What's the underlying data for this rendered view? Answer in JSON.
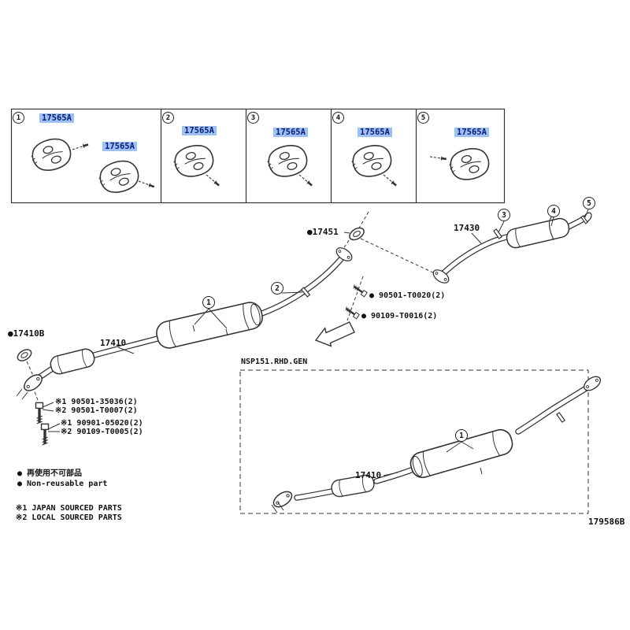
{
  "page": {
    "diagram_code": "179586B",
    "variant_label": "NSP151.RHD.GEN"
  },
  "panels": [
    {
      "number": "1",
      "labels": [
        "17565A",
        "17565A"
      ]
    },
    {
      "number": "2",
      "labels": [
        "17565A"
      ]
    },
    {
      "number": "3",
      "labels": [
        "17565A"
      ]
    },
    {
      "number": "4",
      "labels": [
        "17565A"
      ]
    },
    {
      "number": "5",
      "labels": [
        "17565A"
      ]
    }
  ],
  "callouts": {
    "c1": "1",
    "c2": "2",
    "c3": "3",
    "c4": "4",
    "c5": "5",
    "sub_c1": "1"
  },
  "parts": {
    "gasket_17451": "●17451",
    "gasket_17410b": "●17410B",
    "front_pipe": "17410",
    "tail_pipe": "17430",
    "sub_front_pipe": "17410",
    "bolt_90501_t0020": "● 90501-T0020(2)",
    "bolt_90109_t0016": "● 90109-T0016(2)",
    "note_90501_35036": "※1 90501-35036(2)",
    "note_90501_t0007": "※2 90501-T0007(2)",
    "note_90901_05020": "※1 90901-05020(2)",
    "note_90109_t0005": "※2 90109-T0005(2)"
  },
  "legend": {
    "nonreusable_jp": "● 再使用不可部品",
    "nonreusable_en": "● Non-reusable part",
    "japan_sourced": "※1 JAPAN SOURCED PARTS",
    "local_sourced": "※2 LOCAL SOURCED PARTS"
  },
  "colors": {
    "highlight": "#9cc2f4",
    "line": "#333333"
  }
}
